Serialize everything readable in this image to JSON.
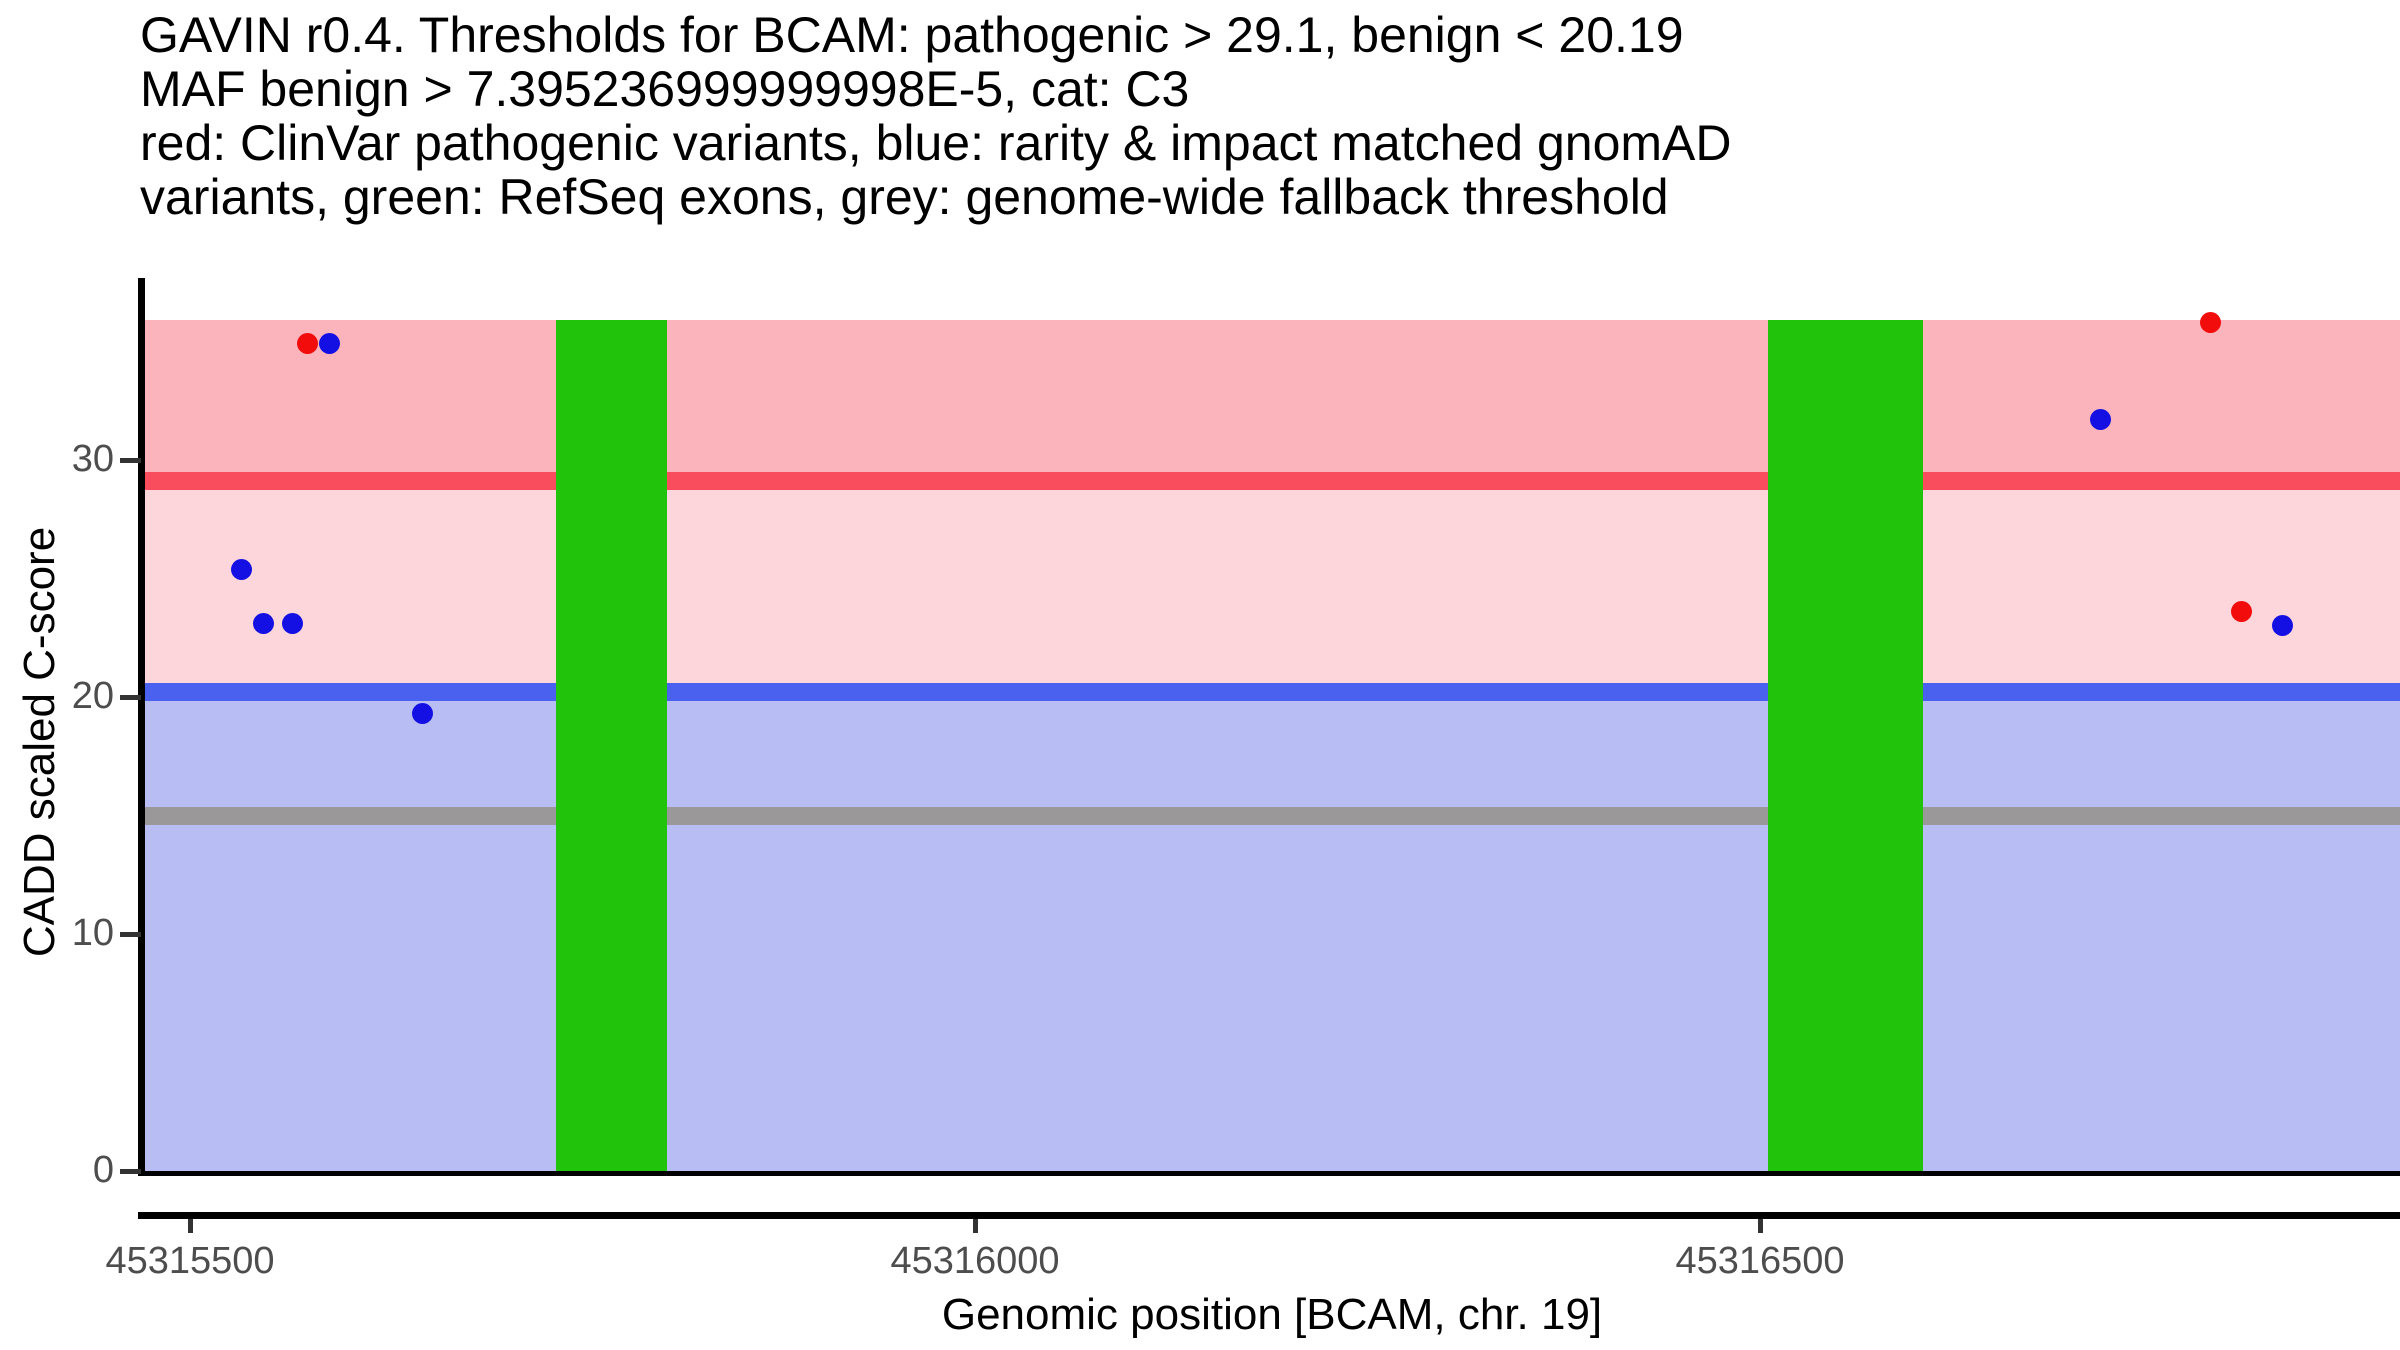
{
  "title_lines": [
    "GAVIN r0.4. Thresholds for BCAM: pathogenic > 29.1, benign < 20.19",
    "MAF benign > 7.395236999999998E-5, cat: C3",
    "red: ClinVar pathogenic variants, blue: rarity & impact matched gnomAD",
    "variants, green: RefSeq exons, grey: genome-wide fallback threshold"
  ],
  "axes": {
    "x": {
      "label": "Genomic position [BCAM, chr. 19]",
      "tick_labels": [
        "45315500",
        "45316000",
        "45316500"
      ],
      "tick_values": [
        45315500,
        45316000,
        45316500
      ],
      "range": [
        45315473,
        45316908
      ]
    },
    "y": {
      "label": "CADD scaled C-score",
      "tick_labels": [
        "0",
        "10",
        "20",
        "30"
      ],
      "tick_values": [
        0,
        10,
        20,
        30
      ],
      "range": [
        0,
        35.9
      ]
    }
  },
  "chart_data": {
    "type": "scatter",
    "gene": "BCAM",
    "chromosome": "19",
    "category": "C3",
    "thresholds": [
      {
        "name": "pathogenic-threshold",
        "value": 29.1,
        "color": "#f94d5d"
      },
      {
        "name": "benign-threshold",
        "value": 20.19,
        "color": "#4a61ef"
      },
      {
        "name": "genome-wide-fallback-threshold",
        "value": 15,
        "color": "#9b9899"
      }
    ],
    "maf_benign_threshold": "7.395236999999998E-5",
    "bands": [
      {
        "name": "pathogenic-region",
        "from": 29.1,
        "to": 35.9,
        "color": "#fbb4bc"
      },
      {
        "name": "vous-region",
        "from": 20.19,
        "to": 29.1,
        "color": "#fdd6db"
      },
      {
        "name": "benign-region",
        "from": 0,
        "to": 20.19,
        "color": "#b8bdf4"
      }
    ],
    "exons": [
      {
        "start": 45315733,
        "end": 45315804
      },
      {
        "start": 45316505,
        "end": 45316604
      }
    ],
    "exon_color": "#21c40a",
    "series": [
      {
        "name": "ClinVar pathogenic variants",
        "color": "#f20c0c",
        "points": [
          {
            "x": 45315575,
            "y": 34.9
          },
          {
            "x": 45316787,
            "y": 35.8
          },
          {
            "x": 45316807,
            "y": 23.6
          }
        ]
      },
      {
        "name": "rarity & impact matched gnomAD variants",
        "color": "#1410e4",
        "points": [
          {
            "x": 45315533,
            "y": 25.4
          },
          {
            "x": 45315547,
            "y": 23.1
          },
          {
            "x": 45315565,
            "y": 23.1
          },
          {
            "x": 45315589,
            "y": 34.9
          },
          {
            "x": 45315648,
            "y": 19.3
          },
          {
            "x": 45316717,
            "y": 31.7
          },
          {
            "x": 45316833,
            "y": 23.0
          }
        ]
      }
    ]
  }
}
